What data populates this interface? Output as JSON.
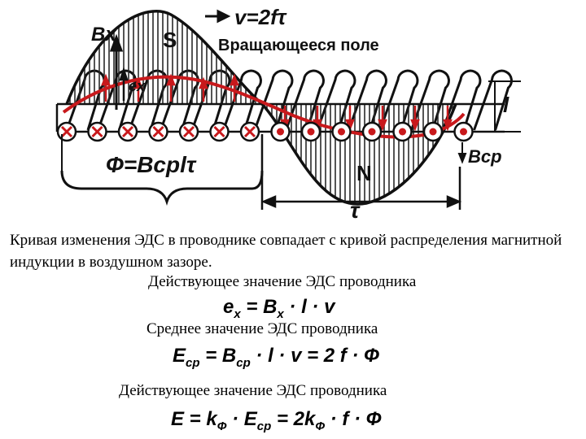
{
  "diagram": {
    "label_bx": "Bx",
    "label_v": "v=2fτ",
    "label_s": "S",
    "label_field": "Вращающееся поле",
    "label_ex": "ex",
    "label_l": "l",
    "label_bcp": "Bср",
    "label_n": "N",
    "label_flux": "Ф=Bсрlτ",
    "label_tau": "τ",
    "colors": {
      "ink": "#111111",
      "accent": "#c8191c",
      "hatch": "#2a2a2a"
    }
  },
  "text": {
    "caption": "Кривая изменения ЭДС в проводнике совпадает с кривой распределения магнитной индукции в воздушном зазоре.",
    "heading1": "Действующее значение ЭДС проводника",
    "heading2": "Среднее значение ЭДС проводника",
    "heading3": "Действующее значение ЭДС проводника"
  },
  "formulas": {
    "f1": {
      "lhs": "e",
      "lhs_sub": "x",
      "eq": " = ",
      "b": "B",
      "b_sub": "x",
      "rest": " · l · v"
    },
    "f2": {
      "lhs": "E",
      "lhs_sub": "ср",
      "eq": " = ",
      "b": "B",
      "b_sub": "ср",
      "rest": " · l · v = 2 f · Ф"
    },
    "f3": {
      "lhs": "E",
      "eq": " = ",
      "k": "k",
      "k_sub": "Ф",
      "dot": " · ",
      "e": "E",
      "e_sub": "ср",
      "rest": " = 2",
      "k2": "k",
      "k2_sub": "Ф",
      "tail": " · f · Ф"
    }
  }
}
